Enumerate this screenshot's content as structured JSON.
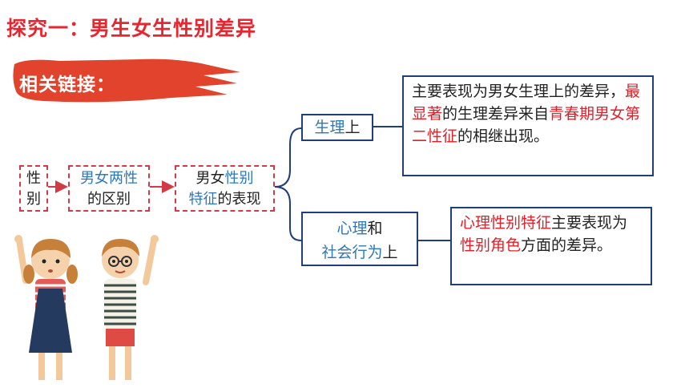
{
  "title": "探究一：男生女生性别差异",
  "banner": "相关链接：",
  "flow": {
    "box1": {
      "line1": "性",
      "line2": "别"
    },
    "box2": {
      "line1": "男女两性",
      "line2": "的区别"
    },
    "box3": {
      "line1a": "男女",
      "line1b": "性别",
      "line2a": "特征",
      "line2b": "的表现"
    }
  },
  "branches": {
    "physiological": {
      "a": "生理",
      "b": "上"
    },
    "psych": {
      "line1a": "心理",
      "line1b": "和",
      "line2a": "社会行为",
      "line2b": "上"
    }
  },
  "notes": {
    "physio": {
      "p1": "主要表现为男女生理上的差异，",
      "p2": "最显著",
      "p3": "的生理差异来自",
      "p4": "青春期男女第二性征",
      "p5": "的相继出现。"
    },
    "psych": {
      "p1": "心理性别特征",
      "p2": "主要表现为",
      "p3": "性别角色",
      "p4": "方面的差异。"
    }
  },
  "colors": {
    "title": "#e8262f",
    "banner": "#e2432d",
    "dash": "#d33a48",
    "solid": "#1f3e7a",
    "blue": "#2d77be"
  }
}
